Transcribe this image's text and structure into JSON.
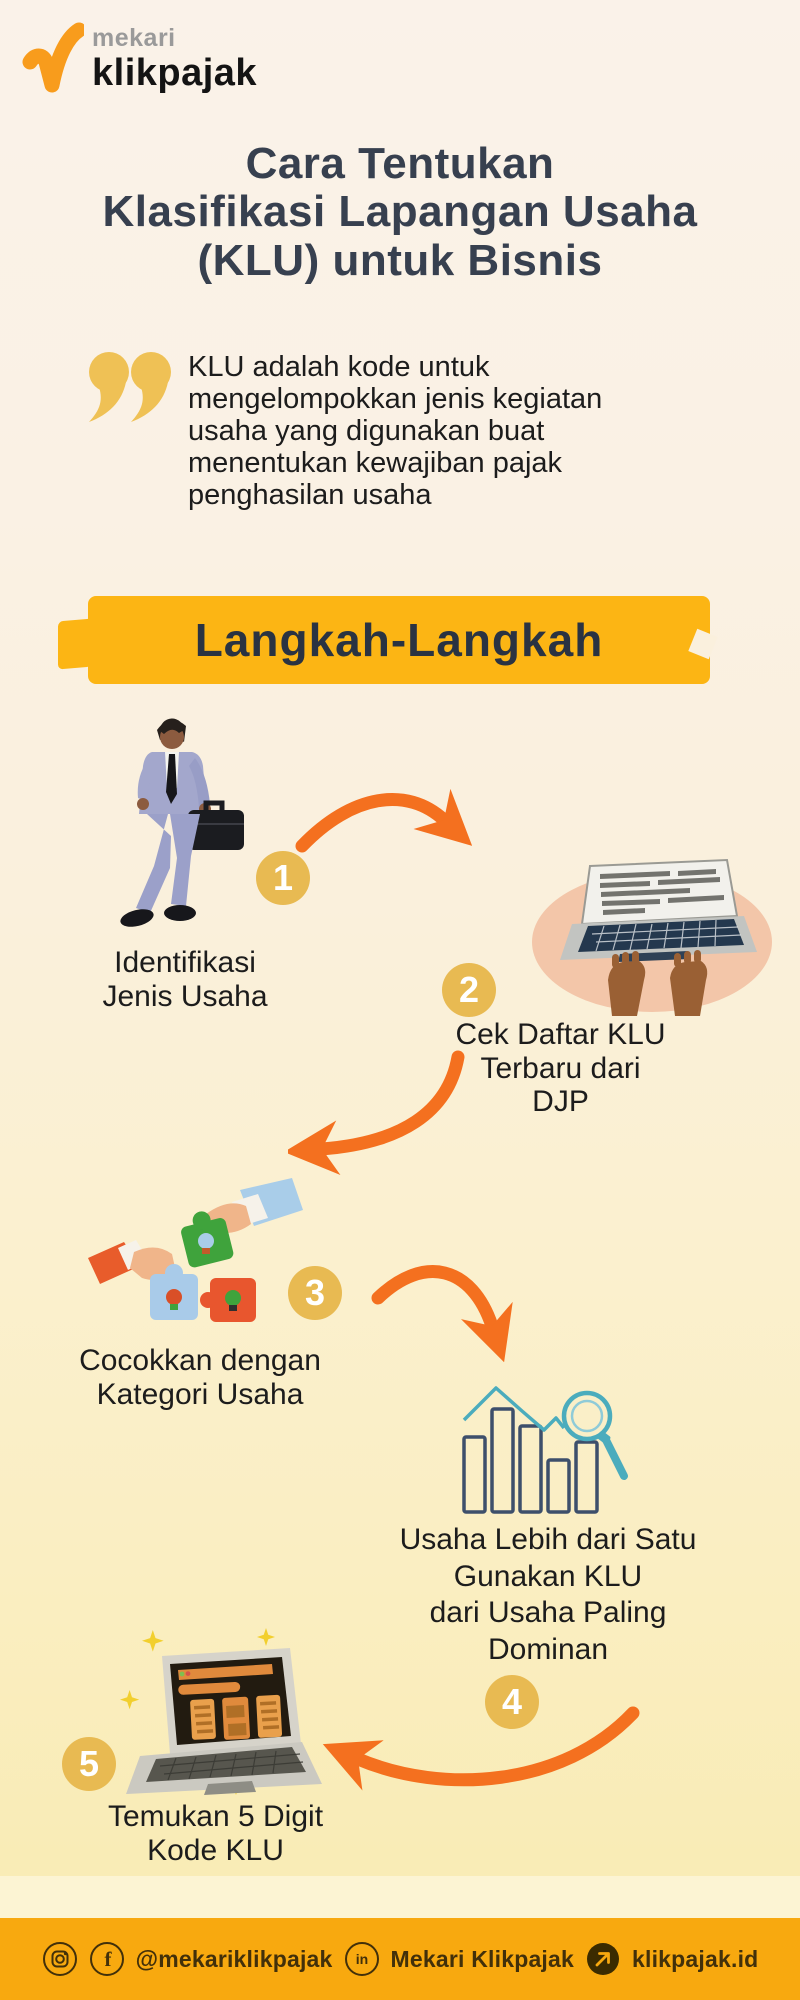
{
  "brand": {
    "name_top": "mekari",
    "name_bottom": "klikpajak"
  },
  "title": "Cara Tentukan\nKlasifikasi Lapangan Usaha\n(KLU) untuk Bisnis",
  "quote": "KLU adalah kode untuk\nmengelompokkan jenis kegiatan\nusaha yang digunakan buat\nmenentukan kewajiban pajak\npenghasilan usaha",
  "section": {
    "banner_label": "Langkah-Langkah"
  },
  "steps": [
    {
      "number": "1",
      "label": "Identifikasi\nJenis Usaha",
      "illustration": "walking-businessman"
    },
    {
      "number": "2",
      "label": "Cek Daftar KLU\nTerbaru dari\nDJP",
      "illustration": "hands-typing-laptop"
    },
    {
      "number": "3",
      "label": "Cocokkan dengan\nKategori Usaha",
      "illustration": "hands-puzzle-pieces"
    },
    {
      "number": "4",
      "label": "Usaha Lebih dari Satu\nGunakan KLU\ndari Usaha Paling\nDominan",
      "illustration": "bar-chart-magnifier"
    },
    {
      "number": "5",
      "label": "Temukan 5 Digit\nKode KLU",
      "illustration": "laptop-search-results"
    }
  ],
  "footer": {
    "social_handle": "@mekariklikpajak",
    "linkedin_label": "Mekari Klikpajak",
    "website": "klikpajak.id",
    "facebook_glyph": "f",
    "linkedin_glyph": "in"
  },
  "colors": {
    "background_top": "#FAF2E9",
    "background_bottom": "#F9ECB6",
    "banner_yellow": "#FCB514",
    "number_circle_gold": "#E8BA52",
    "arrow_orange": "#F4701F",
    "footer_orange": "#F8A90F",
    "title_navy": "#37404F",
    "quote_gold": "#EFC155"
  }
}
